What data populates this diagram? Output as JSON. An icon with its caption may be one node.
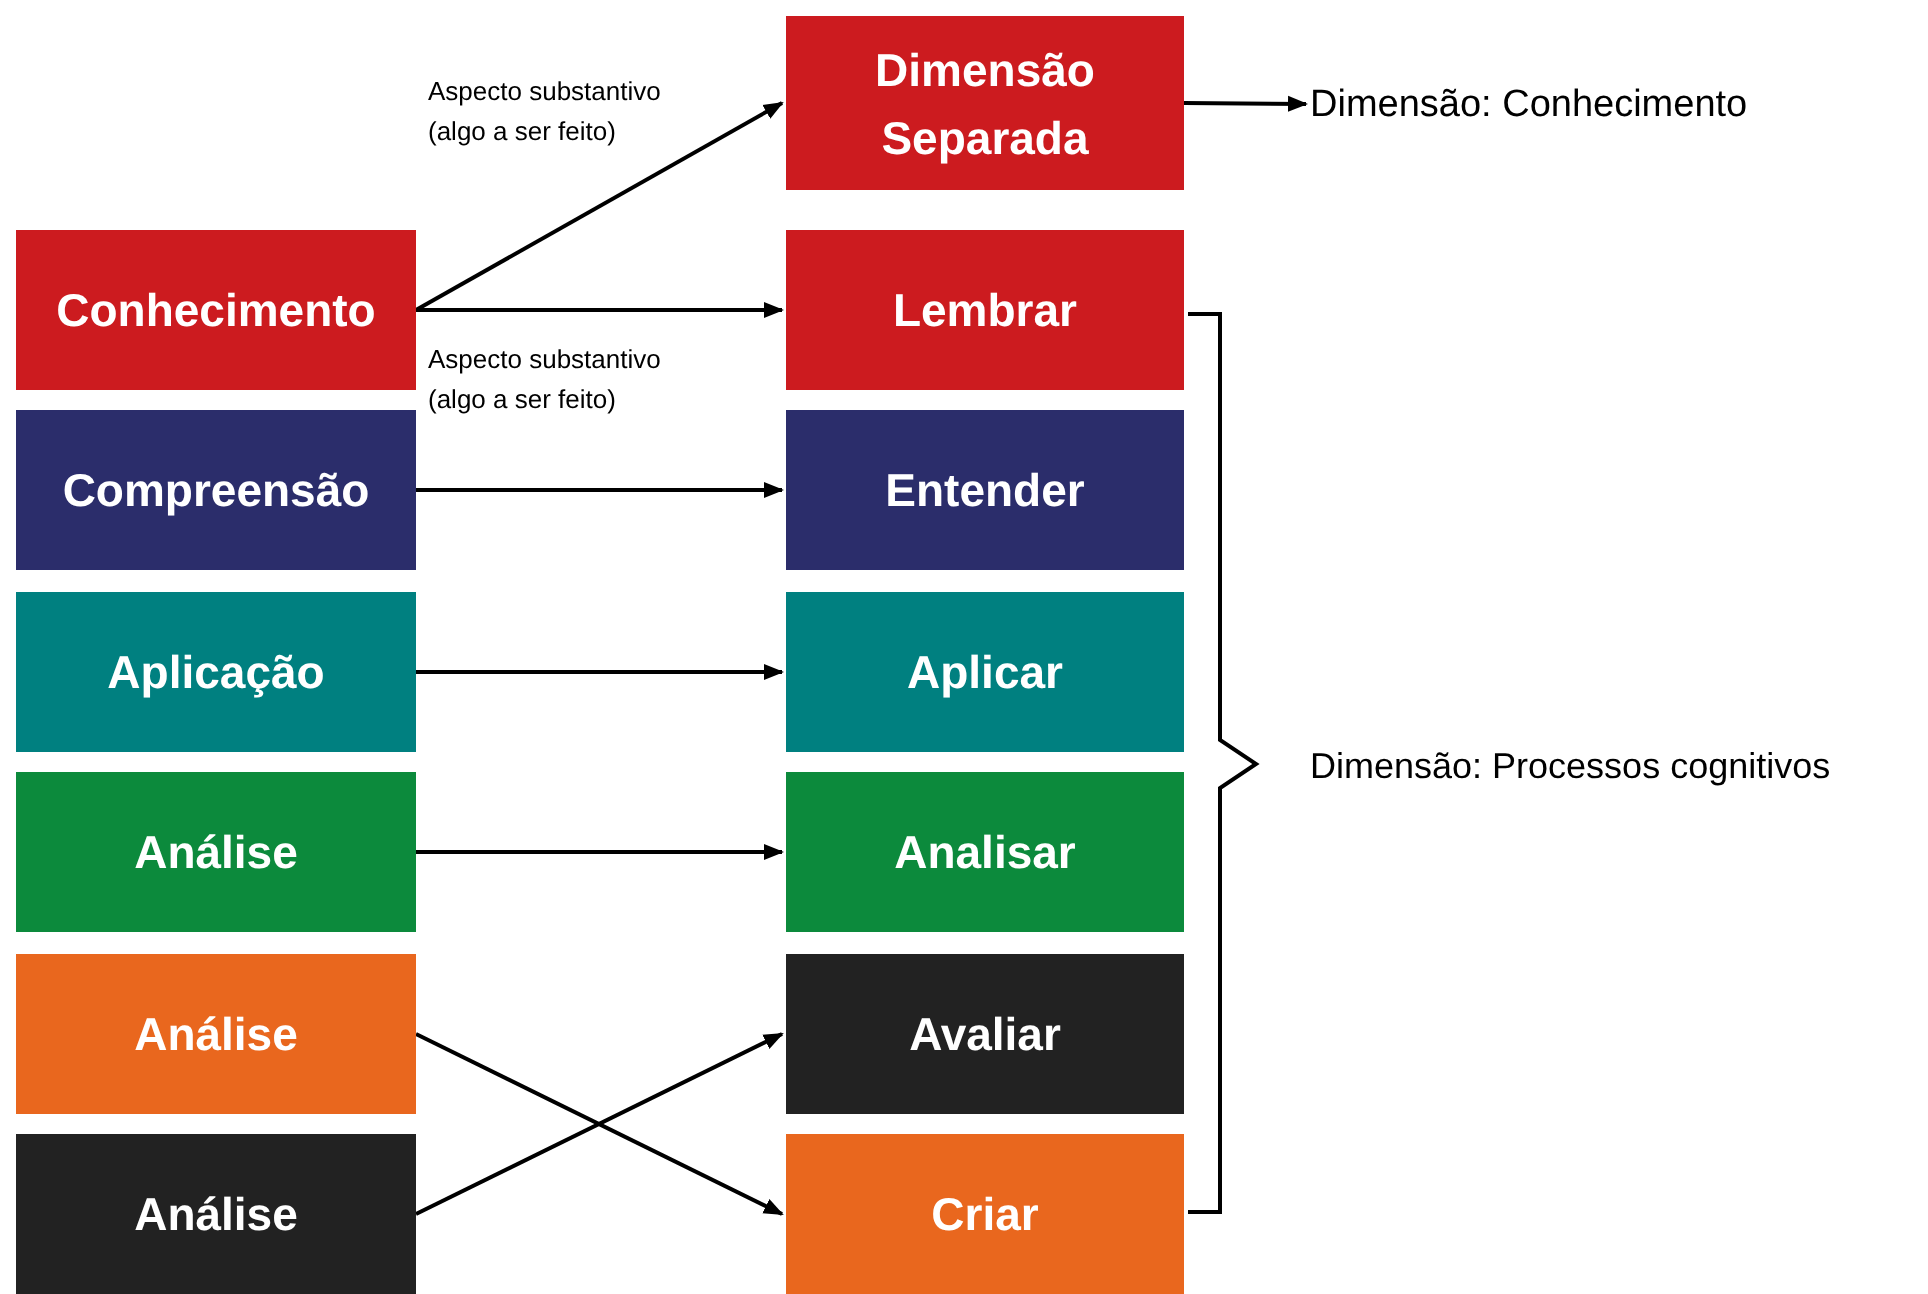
{
  "diagram": {
    "nodes": [
      {
        "text": [
          "Conhecimento"
        ]
      },
      {
        "text": [
          "Compreensão"
        ]
      },
      {
        "text": [
          "Aplicação"
        ]
      },
      {
        "text": [
          "Análise"
        ]
      },
      {
        "text": [
          "Análise"
        ]
      },
      {
        "text": [
          "Análise"
        ]
      },
      {
        "text": [
          "Dimensão Separada"
        ]
      },
      {
        "text": [
          "Lembrar"
        ]
      },
      {
        "text": [
          "Entender"
        ]
      },
      {
        "text": [
          "Aplicar"
        ]
      },
      {
        "text": [
          "Analisar"
        ]
      },
      {
        "text": [
          "Avaliar"
        ]
      },
      {
        "text": [
          "Criar"
        ]
      },
      {
        "text": [
          "Dimensão: Conhecimento"
        ]
      }
    ],
    "edges": [
      {
        "from": 0,
        "to": 6,
        "arrow": "to",
        "label": "Aspecto substantivo (algo a ser feito)"
      },
      {
        "from": 0,
        "to": 7,
        "arrow": "to",
        "label": "Aspecto substantivo (algo a ser feito)"
      },
      {
        "from": 1,
        "to": 8,
        "arrow": "to"
      },
      {
        "from": 2,
        "to": 9,
        "arrow": "to"
      },
      {
        "from": 3,
        "to": 10,
        "arrow": "to"
      },
      {
        "from": 4,
        "to": 12,
        "arrow": "to"
      },
      {
        "from": 5,
        "to": 11,
        "arrow": "to"
      },
      {
        "from": 6,
        "to": 13,
        "arrow": "to"
      }
    ],
    "labels": [
      "Dimensão: Processos cognitivos"
    ]
  }
}
